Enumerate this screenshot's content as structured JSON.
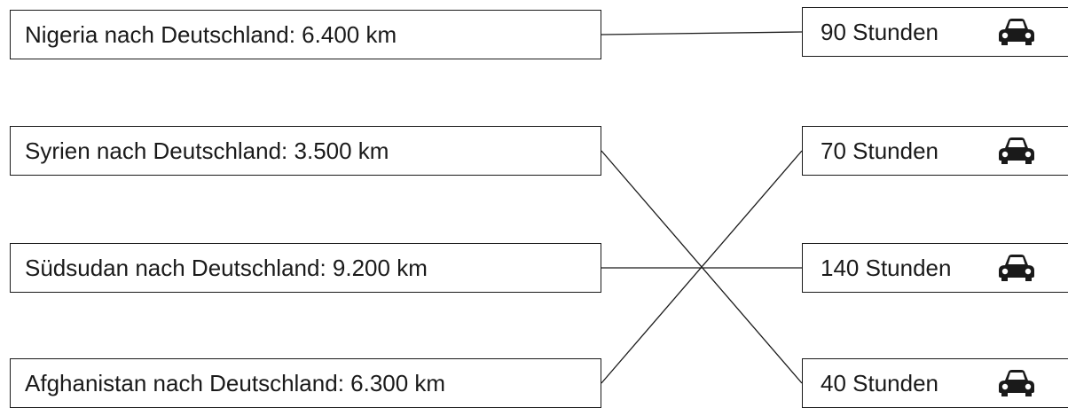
{
  "left_items": [
    {
      "label": "Nigeria nach Deutschland: 6.400 km"
    },
    {
      "label": "Syrien nach Deutschland: 3.500 km"
    },
    {
      "label": "Südsudan nach Deutschland: 9.200 km"
    },
    {
      "label": "Afghanistan nach Deutschland: 6.300 km"
    }
  ],
  "right_items": [
    {
      "label": "90 Stunden",
      "icon": "car-icon"
    },
    {
      "label": "70 Stunden",
      "icon": "car-icon"
    },
    {
      "label": "140 Stunden",
      "icon": "car-icon"
    },
    {
      "label": "40 Stunden",
      "icon": "car-icon"
    }
  ],
  "connections": [
    [
      0,
      0
    ],
    [
      1,
      3
    ],
    [
      2,
      2
    ],
    [
      3,
      1
    ]
  ],
  "colors": {
    "line": "#1a1a1a",
    "border": "#1a1a1a",
    "background": "#ffffff"
  }
}
